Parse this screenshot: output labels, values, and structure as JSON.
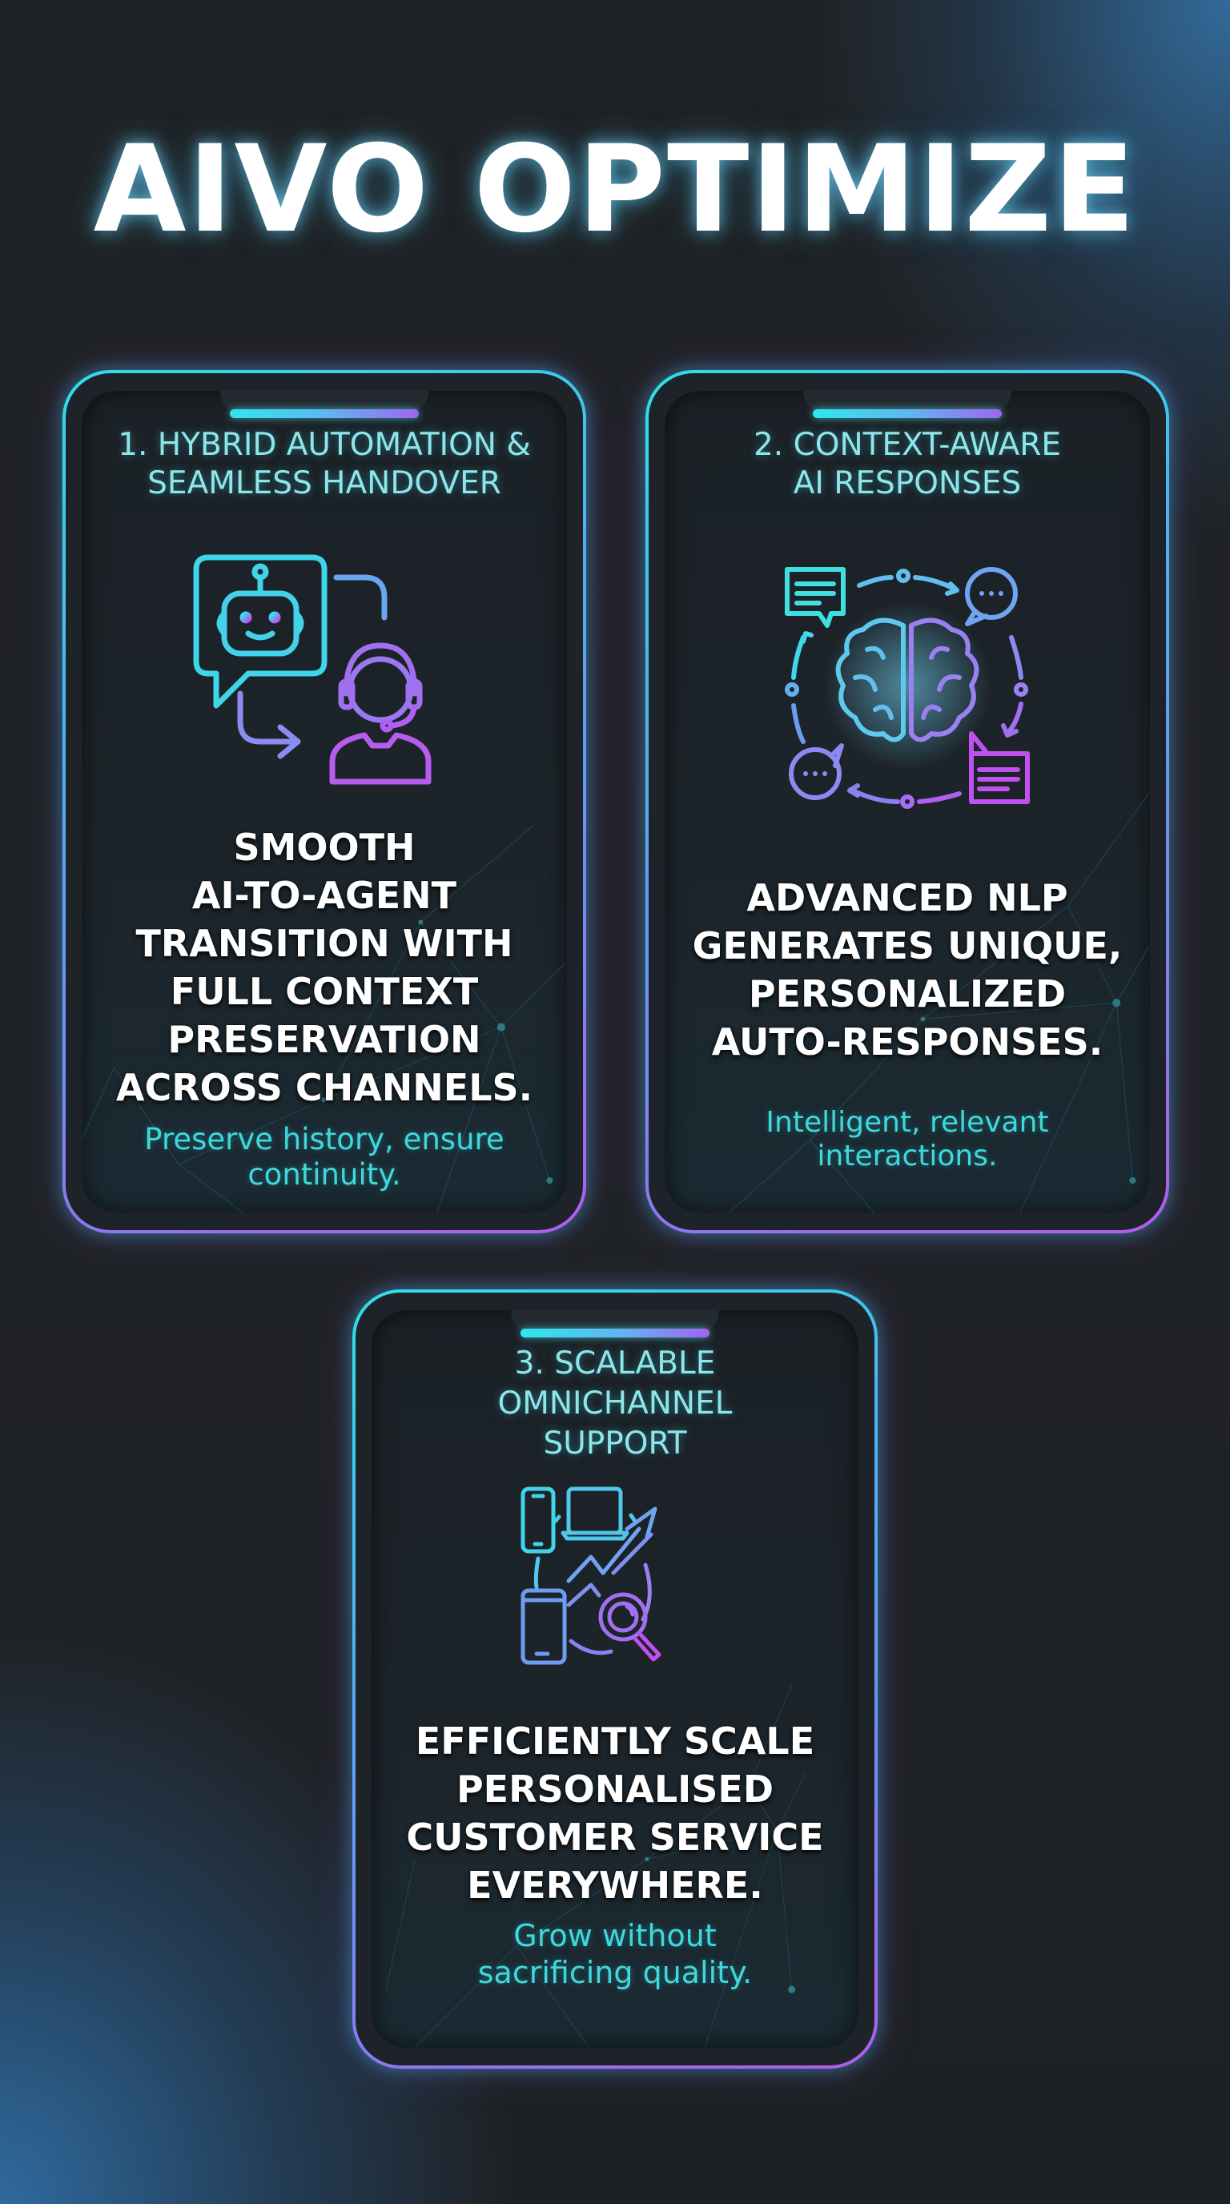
{
  "title": "AIVO OPTIMIZE",
  "colors": {
    "accent_cyan": "#2ee6ee",
    "accent_blue": "#6f8ff0",
    "accent_purple": "#b35cf0",
    "heading_text": "#8fe6ea",
    "subtext": "#3fd8dc",
    "card_bg": "#1b2126"
  },
  "cards": [
    {
      "heading": [
        "1. HYBRID AUTOMATION &",
        "SEAMLESS HANDOVER"
      ],
      "icon": "robot-chat-to-agent-handover-icon",
      "body": [
        "SMOOTH",
        "AI-TO-AGENT",
        "TRANSITION WITH",
        "FULL CONTEXT",
        "PRESERVATION",
        "ACROSS CHANNELS."
      ],
      "sub": [
        "Preserve history, ensure",
        "continuity."
      ]
    },
    {
      "heading": [
        "2. CONTEXT-AWARE",
        "AI RESPONSES"
      ],
      "icon": "brain-conversation-cycle-icon",
      "body": [
        "ADVANCED NLP",
        "GENERATES UNIQUE,",
        "PERSONALIZED",
        "AUTO-RESPONSES."
      ],
      "sub": [
        "Intelligent, relevant",
        "interactions."
      ]
    },
    {
      "heading": [
        "3. SCALABLE",
        "OMNICHANNEL",
        "SUPPORT"
      ],
      "icon": "devices-growth-search-icon",
      "body": [
        "EFFICIENTLY SCALE",
        "PERSONALISED",
        "CUSTOMER SERVICE",
        "EVERYWHERE."
      ],
      "sub": [
        "Grow without",
        "sacrificing quality."
      ]
    }
  ]
}
